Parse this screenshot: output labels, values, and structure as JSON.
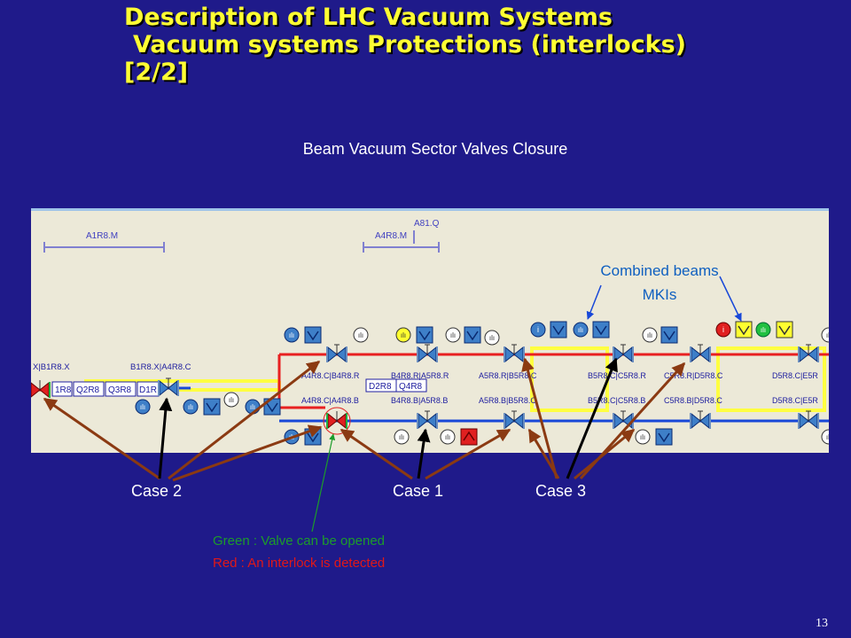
{
  "title": {
    "line1": "Description of LHC Vacuum Systems",
    "line2": "Vacuum systems Protections (interlocks)",
    "line3": "[2/2]"
  },
  "subtitle": "Beam Vacuum Sector Valves Closure",
  "callout": {
    "line1": "Combined beams",
    "line2": "MKIs"
  },
  "cases": {
    "case2": "Case 2",
    "case1": "Case 1",
    "case3": "Case 3"
  },
  "legend": {
    "green": "Green : Valve can be opened",
    "red": "Red : An interlock is detected"
  },
  "page_number": "13",
  "synoptic": {
    "top_labels": {
      "a1r8m": "A1R8.M",
      "a4r8m": "A4R8.M",
      "a81q": "A81.Q"
    },
    "left_labels": {
      "x_b1r8x": "X|B1R8.X",
      "b1r8x_a4r8c": "B1R8.X|A4R8.C"
    },
    "magnets": [
      "1R8",
      "Q2R8",
      "Q3R8",
      "D1R"
    ],
    "magnets_mid": [
      "D2R8",
      "Q4R8"
    ],
    "labels_upper": {
      "a4r8c_b4r8r": "A4R8.C|B4R8.R",
      "b4r8r_a5r8r": "B4R8.R|A5R8.R",
      "a5r8r_b5r8c": "A5R8.R|B5R8.C",
      "b5r8c_c5r8r": "B5R8.C|C5R8.R",
      "c5r8r_d5r8c": "C5R8.R|D5R8.C",
      "d5r8c_e5r": "D5R8.C|E5R"
    },
    "labels_lower": {
      "a4r8c_a4r8b": "A4R8.C|A4R8.B",
      "b4r8b_a5r8b": "B4R8.B|A5R8.B",
      "a5r8b_b5r8c": "A5R8.B|B5R8.C",
      "b5r8c_c5r8b": "B5R8.C|C5R8.B",
      "c5r8b_d5r8c": "C5R8.B|D5R8.C",
      "d5r8c_e5r": "D5R8.C|E5R"
    },
    "colors": {
      "panel": "#ece9d8",
      "beam1_pipe": "#e82020",
      "beam2_pipe": "#1848d8",
      "bypass": "#ffff40",
      "valve_open": "#3e7fc8",
      "valve_interlock": "#e02020",
      "gauge_alarm": "#e02020",
      "gauge_warning": "#ffff30",
      "gauge_ok": "#20c040"
    }
  }
}
